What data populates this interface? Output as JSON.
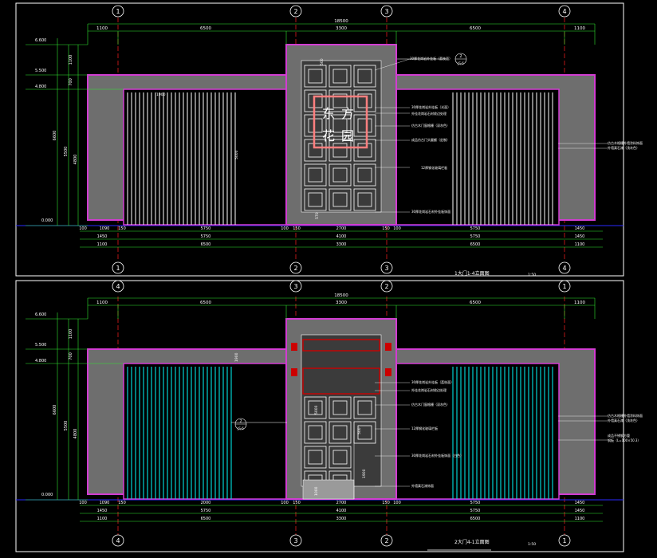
{
  "colors": {
    "background": "#000000",
    "frame": "#ffffff",
    "axis_line": "#ff2020",
    "grid_bubble": "#ffffff",
    "dimension": "#2ee62e",
    "outline": "#d23cd2",
    "stone_fill": "#6e6e6e",
    "ground": "#2a2aff",
    "panel_white": "#e8e8e8",
    "panel_cyan": "#00e5e5",
    "lattice": "#ffffff",
    "sign_frame": "#ff7f7f",
    "sign_text": "#ffffff",
    "red_ornament": "#cc0000",
    "annotation": "#ffffff"
  },
  "top": {
    "grid_labels": [
      "1",
      "2",
      "3",
      "4"
    ],
    "total_dim": "18500",
    "dims_top": [
      "1100",
      "6500",
      "3300",
      "6500",
      "1100"
    ],
    "dims_bottom_1": [
      "100",
      "1090",
      "150",
      "5750",
      "100",
      "150",
      "2700",
      "150",
      "100",
      "5750",
      "1450"
    ],
    "dims_bottom_2": [
      "1450",
      "5750",
      "4100",
      "5750",
      "1450"
    ],
    "dims_bottom_3": [
      "1100",
      "6500",
      "3300",
      "6500",
      "1100"
    ],
    "elev_labels": [
      "6.600",
      "5.500",
      "4.800",
      "0.000"
    ],
    "left_dims": [
      "1100",
      "700",
      "6600",
      "5500",
      "4800"
    ],
    "sign_text": [
      "东",
      "方",
      "花",
      "园"
    ],
    "title": "1大门1-4立面图",
    "scale": "1:50",
    "callout": {
      "number": "2",
      "sheet": "JS-6"
    },
    "notes": [
      "30厚花岗岩外挂板（荔枝面）",
      "30厚花岗岩外挂板（光面）",
      "外挂花岗岩石材收边处理",
      "仿古木门窗格栅（深灰色）",
      "成品仿古门头匾额（定制）",
      "12厚钢化玻璃栏板",
      "30厚花岗岩石材外挂板饰面"
    ],
    "notes_right": [
      "仿古木格栅外墙涂料饰面",
      "外墙真石漆（浅灰色）"
    ],
    "small_dims": [
      "1900",
      "5000",
      "500",
      "570"
    ]
  },
  "bottom": {
    "grid_labels": [
      "4",
      "3",
      "2",
      "1"
    ],
    "total_dim": "18500",
    "dims_top": [
      "1100",
      "6500",
      "3300",
      "6500",
      "1100"
    ],
    "dims_bottom_1": [
      "100",
      "1090",
      "150",
      "2000",
      "100",
      "150",
      "2700",
      "150",
      "100",
      "5750",
      "1450"
    ],
    "dims_bottom_2": [
      "1450",
      "5750",
      "4100",
      "5750",
      "1450"
    ],
    "dims_bottom_3": [
      "1100",
      "6500",
      "3300",
      "6500",
      "1100"
    ],
    "elev_labels": [
      "6.600",
      "5.500",
      "4.800",
      "0.000"
    ],
    "left_dims": [
      "1100",
      "700",
      "6600",
      "5500",
      "4800"
    ],
    "title": "2大门4-1立面图",
    "scale": "1:50",
    "callout": {
      "number": "2",
      "sheet": "JS-6"
    },
    "notes": [
      "30厚花岗岩外挂板（荔枝面）",
      "外挂花岗岩石材收边处理",
      "仿古木门窗格栅（深灰色）",
      "12厚钢化玻璃栏板",
      "30厚花岗岩石材外挂板饰面（白色）",
      "外墙真石漆饰面"
    ],
    "notes_right": [
      "仿古木格栅外墙涂料饰面",
      "外墙真石漆（浅灰色）",
      "成品不锈钢方管",
      "钢板（L=100×50.3）"
    ],
    "small_dims": [
      "1900",
      "5000",
      "500",
      "1900",
      "1000"
    ]
  }
}
